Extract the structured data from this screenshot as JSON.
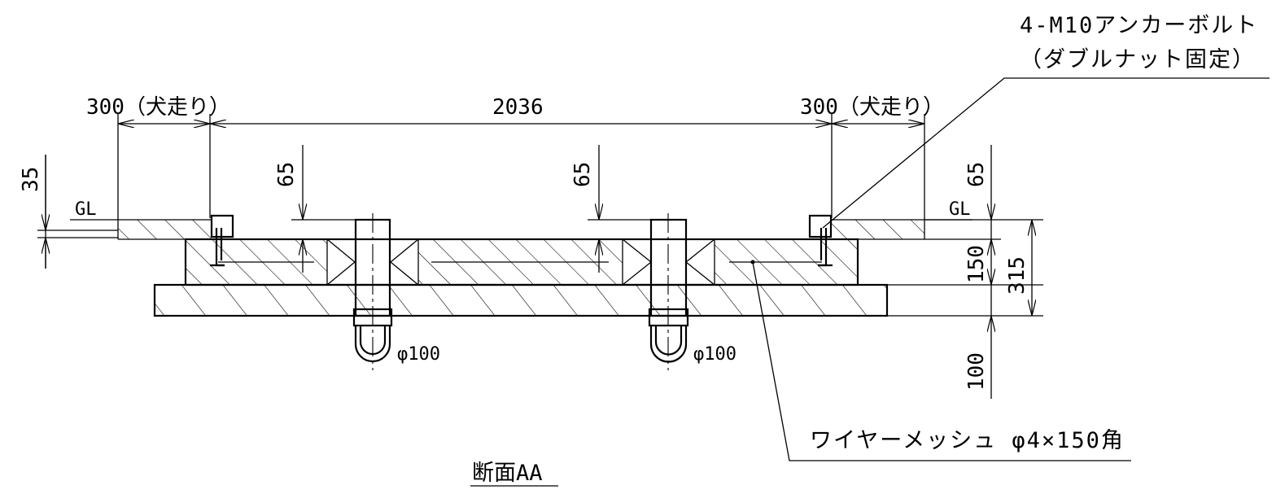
{
  "drawing": {
    "title": "断面AA",
    "dimensions": {
      "left_walkway": "300（犬走り）",
      "span": "2036",
      "right_walkway": "300（犬走り）",
      "left_cover_thickness": "35",
      "inner_depth_left": "65",
      "inner_depth_mid": "65",
      "right_top": "65",
      "slab": "150",
      "total": "315",
      "bottom": "100"
    },
    "labels": {
      "gl_left": "GL",
      "gl_right": "GL",
      "pipe_left": "φ100",
      "pipe_right": "φ100"
    },
    "notes": {
      "anchor_line1": "4-M10アンカーボルト",
      "anchor_line2": "（ダブルナット固定）",
      "mesh": "ワイヤーメッシュ φ4×150角"
    }
  }
}
